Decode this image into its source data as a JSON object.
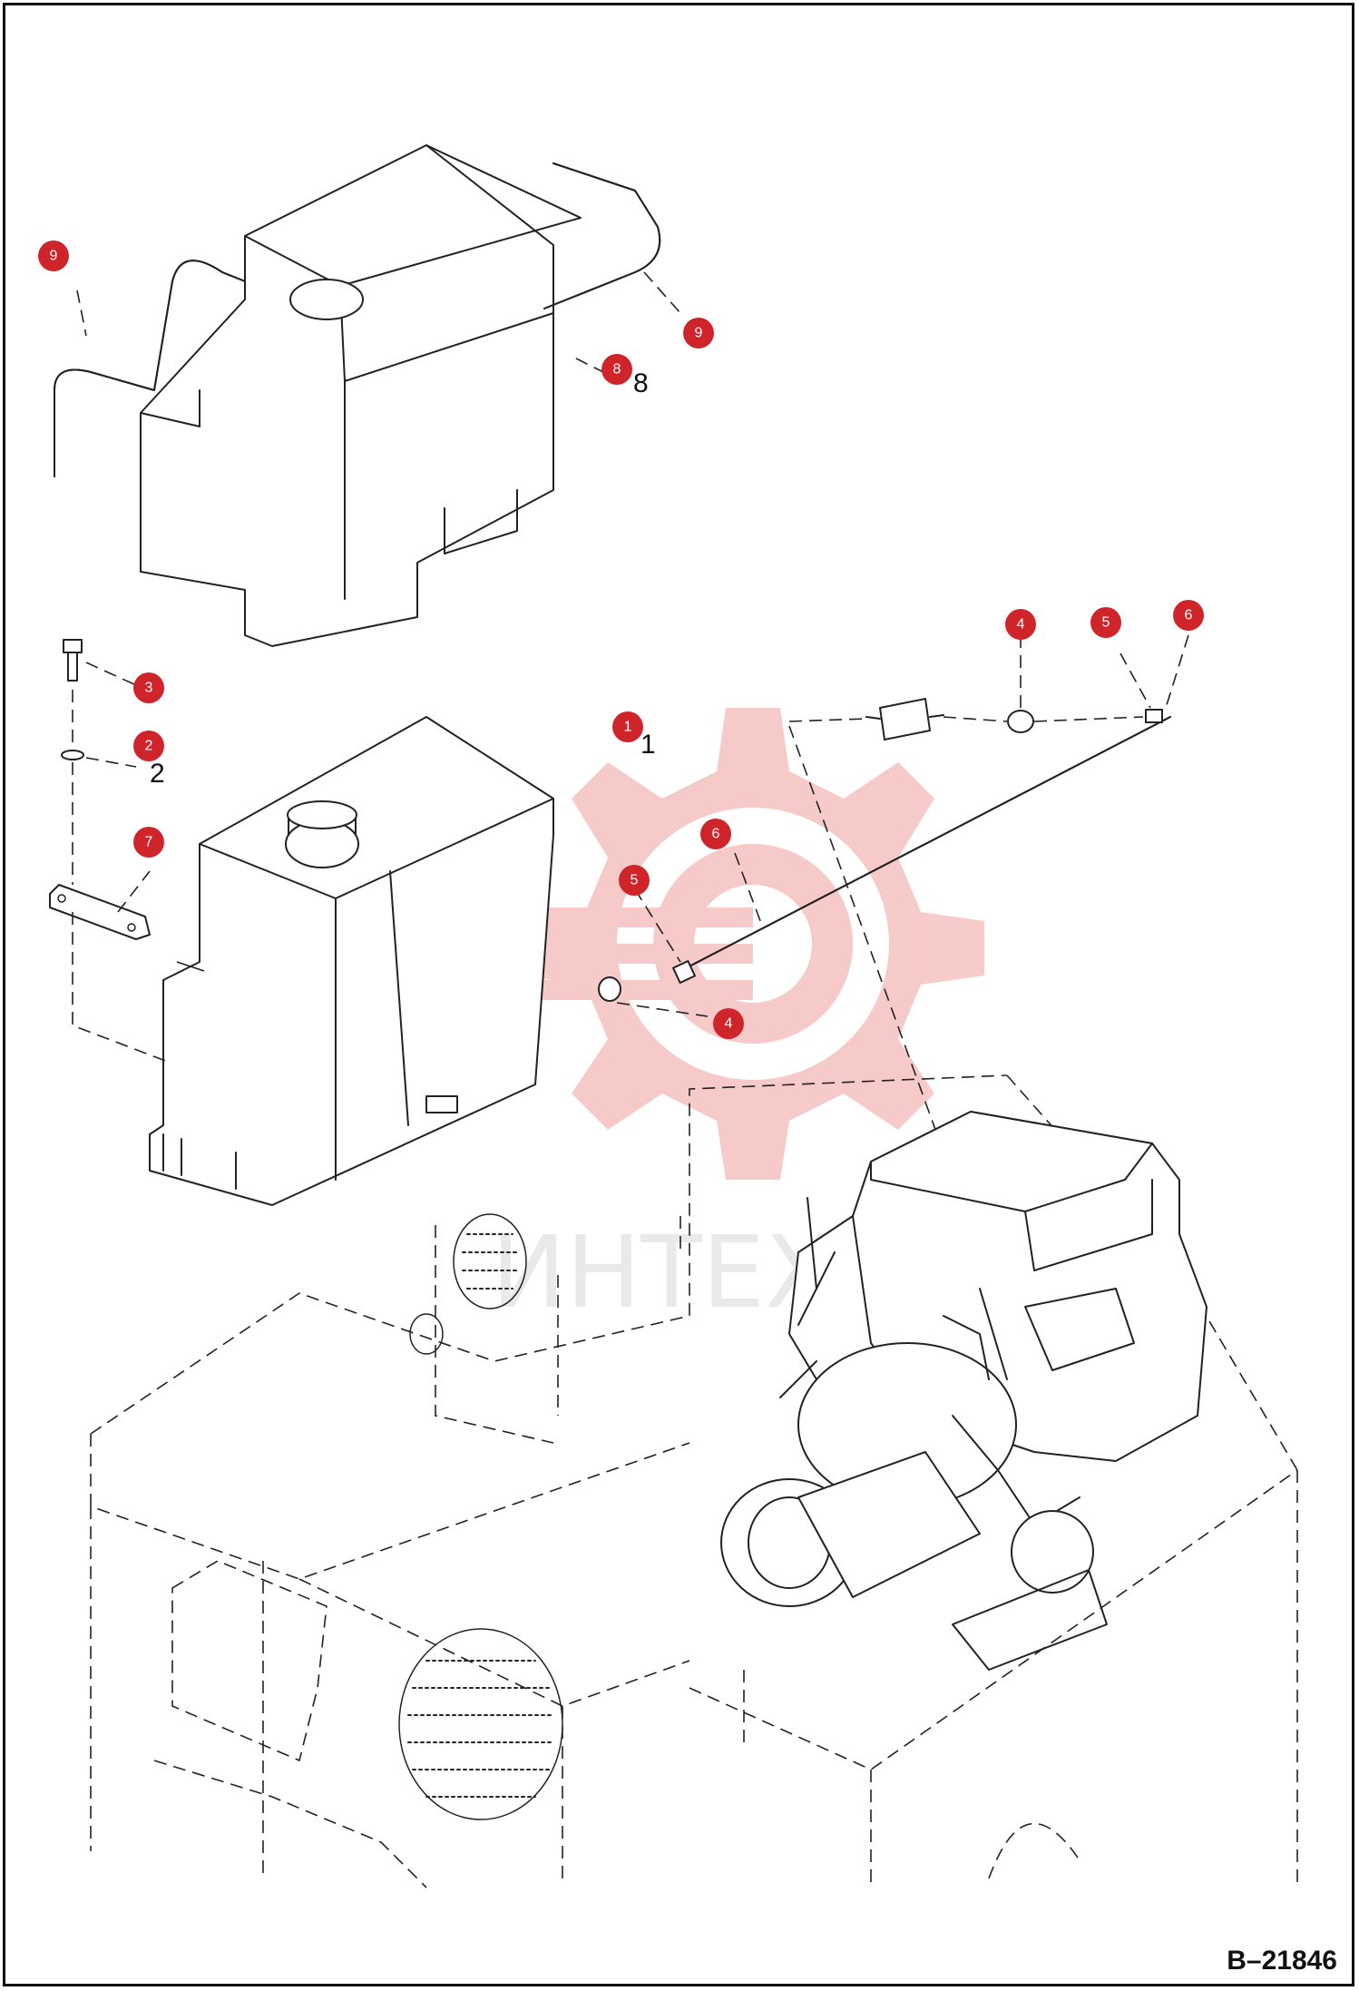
{
  "diagram": {
    "reference": "B–21846",
    "watermark": "ИНТЕХ",
    "callouts": [
      "9",
      "9",
      "8",
      "3",
      "2",
      "7",
      "1",
      "4",
      "5",
      "6",
      "6",
      "5",
      "4"
    ],
    "plain_labels": [
      "8",
      "2",
      "1"
    ],
    "colors": {
      "callout": "#d0242b",
      "watermark": "#f2a0a0",
      "line": "#222222"
    }
  }
}
